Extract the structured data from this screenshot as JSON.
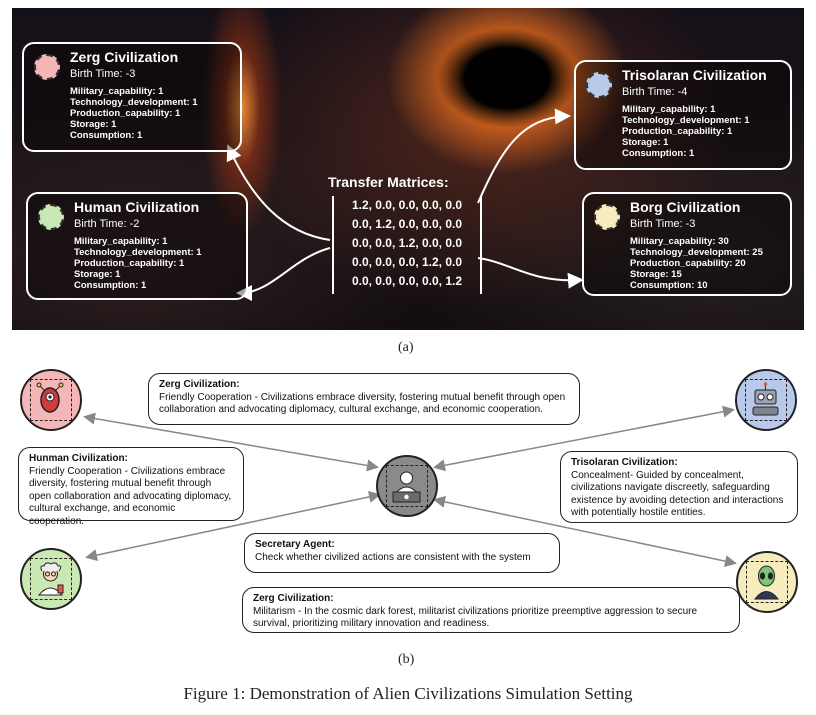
{
  "panel_a": {
    "civilizations": [
      {
        "name": "Zerg Civilization",
        "birth": "Birth Time: -3",
        "stats": [
          "Military_capability: 1",
          "Technology_development: 1",
          "Production_capability: 1",
          "Storage: 1",
          "Consumption: 1"
        ]
      },
      {
        "name": "Human Civilization",
        "birth": "Birth Time: -2",
        "stats": [
          "Military_capability: 1",
          "Technology_development: 1",
          "Production_capability: 1",
          "Storage: 1",
          "Consumption: 1"
        ]
      },
      {
        "name": "Trisolaran Civilization",
        "birth": "Birth Time: -4",
        "stats": [
          "Military_capability: 1",
          "Technology_development: 1",
          "Production_capability: 1",
          "Storage: 1",
          "Consumption: 1"
        ]
      },
      {
        "name": "Borg Civilization",
        "birth": "Birth Time: -3",
        "stats": [
          "Military_capability: 30",
          "Technology_development: 25",
          "Production_capability: 20",
          "Storage: 15",
          "Consumption: 10"
        ]
      }
    ],
    "transfer_title": "Transfer Matrices:",
    "matrix_rows": [
      "1.2, 0.0, 0.0, 0.0, 0.0",
      "0.0, 1.2, 0.0, 0.0, 0.0",
      "0.0, 0.0, 1.2, 0.0, 0.0",
      "0.0, 0.0, 0.0, 1.2, 0.0",
      "0.0, 0.0, 0.0, 0.0, 1.2"
    ],
    "label": "(a)"
  },
  "panel_b": {
    "bubbles": [
      {
        "who": "Zerg Civilization:",
        "text": "Friendly Cooperation - Civilizations embrace diversity, fostering mutual benefit through open collaboration and advocating diplomacy, cultural exchange, and economic cooperation."
      },
      {
        "who": "Hunman Civilization:",
        "text": "Friendly Cooperation - Civilizations embrace diversity, fostering mutual benefit through open collaboration and advocating diplomacy, cultural exchange, and economic cooperation."
      },
      {
        "who": "Trisolaran Civilization:",
        "text": "Concealment- Guided by concealment, civilizations navigate discreetly, safeguarding existence by avoiding detection and interactions with potentially hostile entities."
      },
      {
        "who": "Secretary Agent:",
        "text": "Check whether civilized actions are consistent with the system"
      },
      {
        "who": "Zerg Civilization:",
        "text": "Militarism - In the cosmic dark forest, militarist civilizations prioritize preemptive aggression to secure survival, prioritizing military innovation and readiness."
      }
    ],
    "label": "(b)"
  },
  "caption": "Figure 1: Demonstration of Alien Civilizations Simulation Setting",
  "colors": {
    "zerg": "#f4b6b6",
    "trisolaran": "#b9c9ea",
    "secretary": "#8a8a8a",
    "human": "#c9e8b4",
    "borg": "#f7ecbd"
  }
}
